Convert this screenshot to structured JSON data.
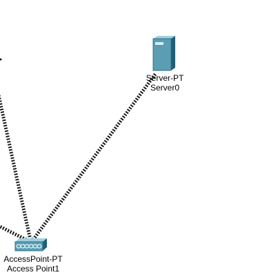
{
  "devices": [
    {
      "id": "server0",
      "model": "Server-PT",
      "name": "Server0",
      "icon": "server-icon"
    },
    {
      "id": "ap1",
      "model": "AccessPoint-PT",
      "name": "Access Point1",
      "icon": "access-point-icon"
    }
  ],
  "links": [
    {
      "from": "ap1",
      "to": "server0",
      "kind": "wireless"
    },
    {
      "from": "ap1",
      "to": "offscreen-upper-left",
      "kind": "wireless"
    },
    {
      "from": "ap1",
      "to": "offscreen-left",
      "kind": "wireless"
    }
  ],
  "colors": {
    "device_body": "#5b9db3",
    "device_dark": "#2f6f86",
    "link": "#1a1a1a"
  }
}
